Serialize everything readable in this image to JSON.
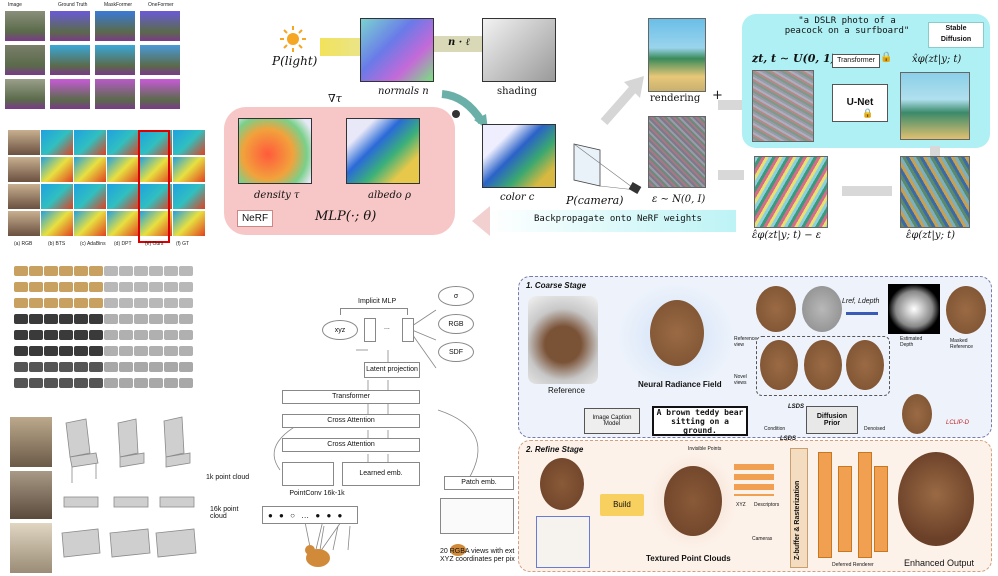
{
  "seg_panel": {
    "headers": [
      "Image",
      "Ground Truth",
      "MaskFormer",
      "OneFormer"
    ]
  },
  "depth_panel": {
    "bottom_labels": [
      "(a) RGB",
      "(b) BTS",
      "(c) AdaBins",
      "(d) DPT",
      "(e) Ours",
      "(f) GT"
    ]
  },
  "nerf_figure": {
    "p_light": "P(light)",
    "n_dot_l": "n · ℓ",
    "normals": "normals n",
    "shading": "shading",
    "grad_tau": "∇τ",
    "density": "density τ",
    "albedo": "albedo ρ",
    "nerf_tag": "NeRF",
    "mlp": "MLP(·; θ)",
    "color": "color c",
    "p_camera": "P(camera)",
    "rendering": "rendering",
    "plus": "+",
    "noise": "ε ∼ N(0, I)",
    "prompt": "\"a DSLR photo of a\npeacock on a surfboard\"",
    "sd_tag": "Stable\nDiffusion",
    "zt": "zt, t ∼ U(0, 1)",
    "transformer": "Transformer",
    "unet": "U-Net",
    "xhat": "x̂φ(zt|y; t)",
    "eps_minus": "ε̂φ(zt|y; t) − ε",
    "eps_hat": "ε̂φ(zt|y; t)",
    "backprop": "Backpropagate onto NeRF weights"
  },
  "mlp_diagram": {
    "implicit_mlp": "Implicit MLP",
    "xyz": "xyz",
    "sigma": "σ",
    "rgb": "RGB",
    "sdf": "SDF",
    "latent_projection": "Latent projection",
    "transformer": "Transformer",
    "cross_attention_1": "Cross Attention",
    "cross_attention_2": "Cross Attention",
    "learned_emb": "Learned emb.",
    "pointconv": "PointConv 16k-1k",
    "patch_emb": "Patch emb.",
    "pc_1k": "1k point cloud",
    "pc_16k": "16k point\ncloud",
    "rgba_views": "20 RGBA views with ext\nXYZ coordinates per pix"
  },
  "teddy_pipeline": {
    "stage1_title": "1. Coarse Stage",
    "stage2_title": "2. Refine Stage",
    "reference": "Reference",
    "nrf": "Neural Radiance Field",
    "reference_view": "Reference\nview",
    "novel_views": "Novel\nviews",
    "loss_ref": "Lref, Ldepth",
    "estimated_depth": "Estimated\nDepth",
    "masked_reference": "Masked\nReference",
    "caption_model": "Image Caption\nModel",
    "caption_text": "A brown teddy bear\nsitting on a ground.",
    "condition": "Condition",
    "l_sds_1": "LSDS",
    "l_sds_2": "LSDS",
    "diffusion_prior": "Diffusion\nPrior",
    "denoised": "Denoised",
    "l_clip": "LCLIP-D",
    "build": "Build",
    "invisible_points": "Invisible Points",
    "xyz": "XYZ",
    "descriptors": "Descriptors",
    "cameras": "Cameras",
    "textured_pc": "Textured Point Clouds",
    "zbuffer": "Z-buffer & Rasterization",
    "deferred_renderer": "Deferred Renderer",
    "enhanced_output": "Enhanced Output"
  },
  "colors": {
    "nerf_pink": "#f7c6c6",
    "sd_cyan": "#aef0f3",
    "backprop_cyan": "#bdf3f5",
    "orange_renderer": "#f0a050",
    "bear_brown": "#8a6040",
    "stage_blue": "#dde8f7",
    "stage_peach": "#fbe3d5"
  }
}
